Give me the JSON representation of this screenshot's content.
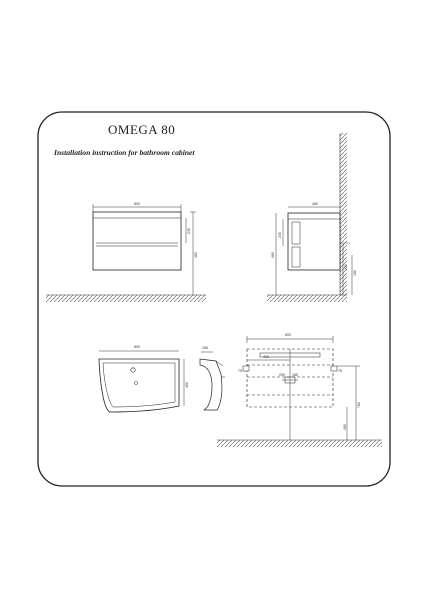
{
  "drawing": {
    "title": "OMEGA 80",
    "subtitle": "Installation instruction for bathroom cabinet"
  },
  "dims": {
    "front_width": "800",
    "front_height": "480",
    "front_drawer": "245",
    "side_depth": "460",
    "side_drawer": "245",
    "side_total": "480",
    "side_fix_a": "250",
    "side_fix_b": "180",
    "basin_width": "800",
    "basin_depth": "460",
    "basin_side_depth": "165",
    "inst_width": "800",
    "inst_half": "400",
    "inst_offset_l": "75",
    "inst_offset_r": "75",
    "inst_mid_a": "200",
    "inst_mid_b": "185",
    "inst_floor": "480",
    "inst_height": "780"
  }
}
